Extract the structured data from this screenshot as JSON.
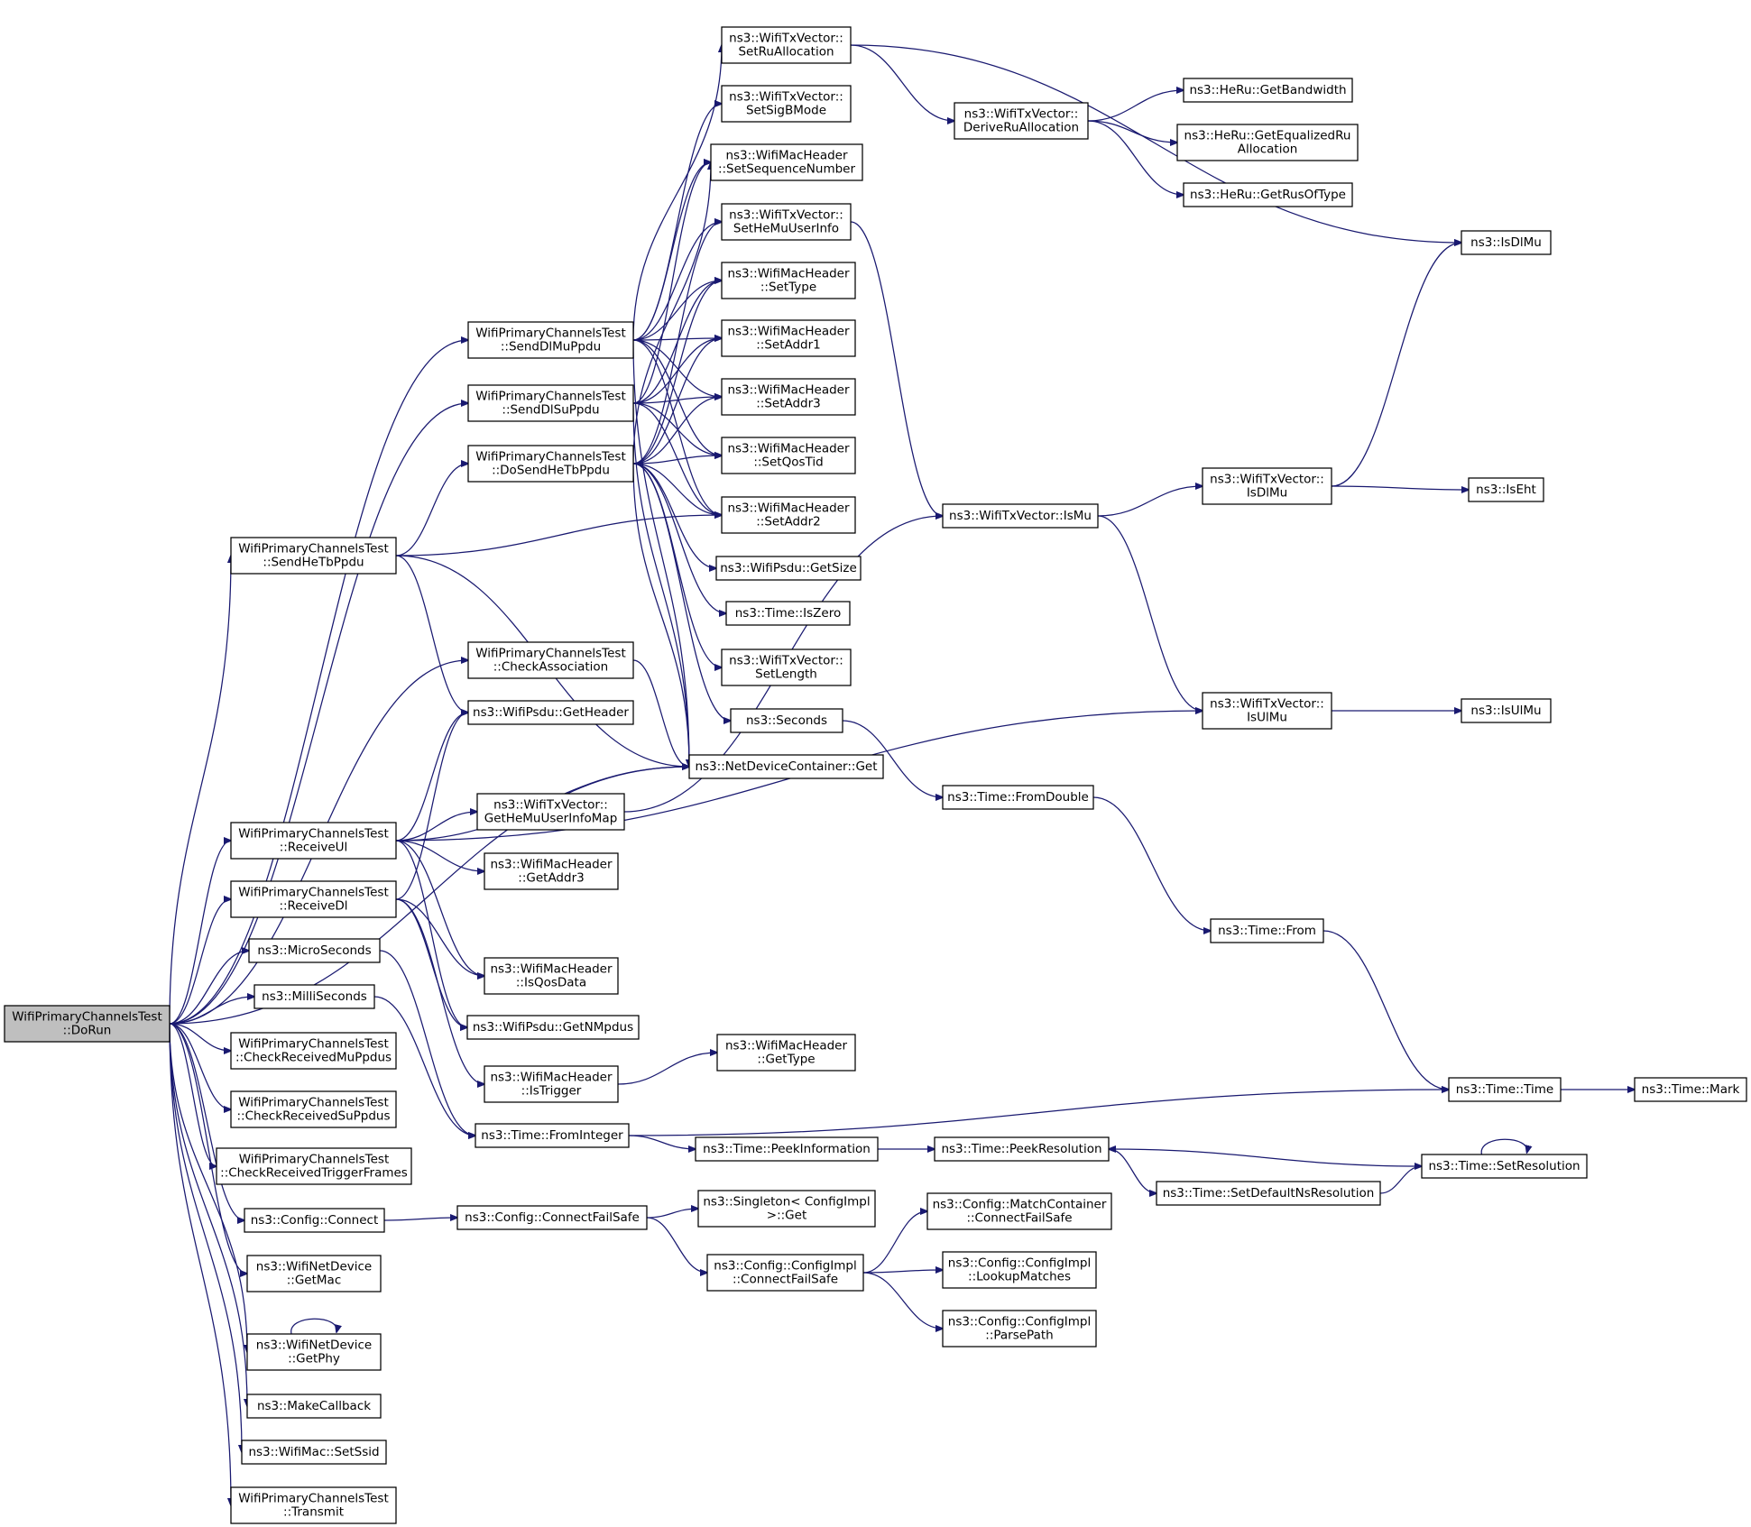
{
  "nodes": [
    {
      "id": "n0",
      "lines": [
        "WifiPrimaryChannelsTest",
        "::DoRun"
      ],
      "root": true
    },
    {
      "id": "n1",
      "lines": [
        "WifiPrimaryChannelsTest",
        "::SendDlMuPpdu"
      ]
    },
    {
      "id": "n2",
      "lines": [
        "WifiPrimaryChannelsTest",
        "::SendDlSuPpdu"
      ]
    },
    {
      "id": "n3",
      "lines": [
        "WifiPrimaryChannelsTest",
        "::DoSendHeTbPpdu"
      ]
    },
    {
      "id": "n4",
      "lines": [
        "WifiPrimaryChannelsTest",
        "::SendHeTbPpdu"
      ]
    },
    {
      "id": "n5",
      "lines": [
        "WifiPrimaryChannelsTest",
        "::CheckAssociation"
      ]
    },
    {
      "id": "n6",
      "lines": [
        "ns3::WifiPsdu::GetHeader"
      ]
    },
    {
      "id": "n7",
      "lines": [
        "WifiPrimaryChannelsTest",
        "::ReceiveUl"
      ]
    },
    {
      "id": "n8",
      "lines": [
        "WifiPrimaryChannelsTest",
        "::ReceiveDl"
      ]
    },
    {
      "id": "n9",
      "lines": [
        "ns3::MicroSeconds"
      ]
    },
    {
      "id": "n10",
      "lines": [
        "ns3::MilliSeconds"
      ]
    },
    {
      "id": "n11",
      "lines": [
        "WifiPrimaryChannelsTest",
        "::CheckReceivedMuPpdus"
      ]
    },
    {
      "id": "n12",
      "lines": [
        "WifiPrimaryChannelsTest",
        "::CheckReceivedSuPpdus"
      ]
    },
    {
      "id": "n13",
      "lines": [
        "WifiPrimaryChannelsTest",
        "::CheckReceivedTriggerFrames"
      ]
    },
    {
      "id": "n14",
      "lines": [
        "ns3::Config::Connect"
      ]
    },
    {
      "id": "n15",
      "lines": [
        "ns3::WifiNetDevice",
        "::GetMac"
      ]
    },
    {
      "id": "n16",
      "lines": [
        "ns3::WifiNetDevice",
        "::GetPhy"
      ]
    },
    {
      "id": "n17",
      "lines": [
        "ns3::MakeCallback"
      ]
    },
    {
      "id": "n18",
      "lines": [
        "ns3::WifiMac::SetSsid"
      ]
    },
    {
      "id": "n19",
      "lines": [
        "WifiPrimaryChannelsTest",
        "::Transmit"
      ]
    },
    {
      "id": "n20",
      "lines": [
        "ns3::WifiTxVector::",
        "SetRuAllocation"
      ]
    },
    {
      "id": "n21",
      "lines": [
        "ns3::WifiTxVector::",
        "SetSigBMode"
      ]
    },
    {
      "id": "n22",
      "lines": [
        "ns3::WifiMacHeader",
        "::SetSequenceNumber"
      ]
    },
    {
      "id": "n23",
      "lines": [
        "ns3::WifiTxVector::",
        "SetHeMuUserInfo"
      ]
    },
    {
      "id": "n24",
      "lines": [
        "ns3::WifiMacHeader",
        "::SetType"
      ]
    },
    {
      "id": "n25",
      "lines": [
        "ns3::WifiMacHeader",
        "::SetAddr1"
      ]
    },
    {
      "id": "n26",
      "lines": [
        "ns3::WifiMacHeader",
        "::SetAddr3"
      ]
    },
    {
      "id": "n27",
      "lines": [
        "ns3::WifiMacHeader",
        "::SetQosTid"
      ]
    },
    {
      "id": "n28",
      "lines": [
        "ns3::WifiMacHeader",
        "::SetAddr2"
      ]
    },
    {
      "id": "n29",
      "lines": [
        "ns3::WifiPsdu::GetSize"
      ]
    },
    {
      "id": "n30",
      "lines": [
        "ns3::Time::IsZero"
      ]
    },
    {
      "id": "n31",
      "lines": [
        "ns3::WifiTxVector::",
        "SetLength"
      ]
    },
    {
      "id": "n32",
      "lines": [
        "ns3::Seconds"
      ]
    },
    {
      "id": "n33",
      "lines": [
        "ns3::NetDeviceContainer::Get"
      ]
    },
    {
      "id": "n34",
      "lines": [
        "ns3::WifiTxVector::",
        "GetHeMuUserInfoMap"
      ]
    },
    {
      "id": "n35",
      "lines": [
        "ns3::WifiMacHeader",
        "::GetAddr3"
      ]
    },
    {
      "id": "n36",
      "lines": [
        "ns3::WifiMacHeader",
        "::IsQosData"
      ]
    },
    {
      "id": "n37",
      "lines": [
        "ns3::WifiPsdu::GetNMpdus"
      ]
    },
    {
      "id": "n38",
      "lines": [
        "ns3::WifiMacHeader",
        "::IsTrigger"
      ]
    },
    {
      "id": "n39",
      "lines": [
        "ns3::WifiMacHeader",
        "::GetType"
      ]
    },
    {
      "id": "n40",
      "lines": [
        "ns3::Time::FromInteger"
      ]
    },
    {
      "id": "n41",
      "lines": [
        "ns3::Time::PeekInformation"
      ]
    },
    {
      "id": "n42",
      "lines": [
        "ns3::Config::ConnectFailSafe"
      ]
    },
    {
      "id": "n43",
      "lines": [
        "ns3::Singleton< ConfigImpl",
        " >::Get"
      ]
    },
    {
      "id": "n44",
      "lines": [
        "ns3::Config::ConfigImpl",
        "::ConnectFailSafe"
      ]
    },
    {
      "id": "n45",
      "lines": [
        "ns3::WifiTxVector::",
        "DeriveRuAllocation"
      ]
    },
    {
      "id": "n46",
      "lines": [
        "ns3::WifiTxVector::IsMu"
      ]
    },
    {
      "id": "n47",
      "lines": [
        "ns3::Time::FromDouble"
      ]
    },
    {
      "id": "n48",
      "lines": [
        "ns3::Time::PeekResolution"
      ]
    },
    {
      "id": "n49",
      "lines": [
        "ns3::Config::MatchContainer",
        "::ConnectFailSafe"
      ]
    },
    {
      "id": "n50",
      "lines": [
        "ns3::Config::ConfigImpl",
        "::LookupMatches"
      ]
    },
    {
      "id": "n51",
      "lines": [
        "ns3::Config::ConfigImpl",
        "::ParsePath"
      ]
    },
    {
      "id": "n52",
      "lines": [
        "ns3::HeRu::GetBandwidth"
      ]
    },
    {
      "id": "n53",
      "lines": [
        "ns3::HeRu::GetEqualizedRu",
        "Allocation"
      ]
    },
    {
      "id": "n54",
      "lines": [
        "ns3::HeRu::GetRusOfType"
      ]
    },
    {
      "id": "n55",
      "lines": [
        "ns3::WifiTxVector::",
        "IsDlMu"
      ]
    },
    {
      "id": "n56",
      "lines": [
        "ns3::WifiTxVector::",
        "IsUlMu"
      ]
    },
    {
      "id": "n57",
      "lines": [
        "ns3::Time::From"
      ]
    },
    {
      "id": "n58",
      "lines": [
        "ns3::Time::SetDefaultNsResolution"
      ]
    },
    {
      "id": "n59",
      "lines": [
        "ns3::IsDlMu"
      ]
    },
    {
      "id": "n60",
      "lines": [
        "ns3::IsEht"
      ]
    },
    {
      "id": "n61",
      "lines": [
        "ns3::IsUlMu"
      ]
    },
    {
      "id": "n62",
      "lines": [
        "ns3::Time::Time"
      ]
    },
    {
      "id": "n63",
      "lines": [
        "ns3::Time::SetResolution"
      ]
    },
    {
      "id": "n64",
      "lines": [
        "ns3::Time::Mark"
      ]
    }
  ],
  "edges": [
    [
      "n0",
      "n1"
    ],
    [
      "n0",
      "n2"
    ],
    [
      "n0",
      "n4"
    ],
    [
      "n0",
      "n5"
    ],
    [
      "n0",
      "n33"
    ],
    [
      "n0",
      "n7"
    ],
    [
      "n0",
      "n8"
    ],
    [
      "n0",
      "n9"
    ],
    [
      "n0",
      "n10"
    ],
    [
      "n0",
      "n11"
    ],
    [
      "n0",
      "n12"
    ],
    [
      "n0",
      "n13"
    ],
    [
      "n0",
      "n14"
    ],
    [
      "n0",
      "n15"
    ],
    [
      "n0",
      "n16"
    ],
    [
      "n0",
      "n17"
    ],
    [
      "n0",
      "n18"
    ],
    [
      "n0",
      "n19"
    ],
    [
      "n1",
      "n20"
    ],
    [
      "n1",
      "n21"
    ],
    [
      "n1",
      "n22"
    ],
    [
      "n1",
      "n23"
    ],
    [
      "n1",
      "n24"
    ],
    [
      "n1",
      "n25"
    ],
    [
      "n1",
      "n26"
    ],
    [
      "n1",
      "n27"
    ],
    [
      "n1",
      "n28"
    ],
    [
      "n1",
      "n33"
    ],
    [
      "n2",
      "n22"
    ],
    [
      "n2",
      "n24"
    ],
    [
      "n2",
      "n25"
    ],
    [
      "n2",
      "n26"
    ],
    [
      "n2",
      "n27"
    ],
    [
      "n2",
      "n28"
    ],
    [
      "n2",
      "n33"
    ],
    [
      "n3",
      "n22"
    ],
    [
      "n3",
      "n23"
    ],
    [
      "n3",
      "n24"
    ],
    [
      "n3",
      "n25"
    ],
    [
      "n3",
      "n26"
    ],
    [
      "n3",
      "n27"
    ],
    [
      "n3",
      "n28"
    ],
    [
      "n3",
      "n29"
    ],
    [
      "n3",
      "n30"
    ],
    [
      "n3",
      "n31"
    ],
    [
      "n3",
      "n32"
    ],
    [
      "n3",
      "n33"
    ],
    [
      "n4",
      "n3"
    ],
    [
      "n4",
      "n28"
    ],
    [
      "n4",
      "n33"
    ],
    [
      "n4",
      "n6"
    ],
    [
      "n5",
      "n33"
    ],
    [
      "n7",
      "n6"
    ],
    [
      "n7",
      "n33"
    ],
    [
      "n7",
      "n34"
    ],
    [
      "n7",
      "n35"
    ],
    [
      "n7",
      "n36"
    ],
    [
      "n7",
      "n37"
    ],
    [
      "n7",
      "n56"
    ],
    [
      "n8",
      "n6"
    ],
    [
      "n8",
      "n36"
    ],
    [
      "n8",
      "n37"
    ],
    [
      "n8",
      "n38"
    ],
    [
      "n9",
      "n40"
    ],
    [
      "n10",
      "n40"
    ],
    [
      "n14",
      "n42"
    ],
    [
      "n16",
      "n16"
    ],
    [
      "n20",
      "n45"
    ],
    [
      "n20",
      "n59"
    ],
    [
      "n23",
      "n46"
    ],
    [
      "n34",
      "n46"
    ],
    [
      "n32",
      "n47"
    ],
    [
      "n38",
      "n39"
    ],
    [
      "n40",
      "n41"
    ],
    [
      "n40",
      "n62"
    ],
    [
      "n41",
      "n48"
    ],
    [
      "n42",
      "n43"
    ],
    [
      "n42",
      "n44"
    ],
    [
      "n44",
      "n49"
    ],
    [
      "n44",
      "n50"
    ],
    [
      "n44",
      "n51"
    ],
    [
      "n45",
      "n52"
    ],
    [
      "n45",
      "n53"
    ],
    [
      "n45",
      "n54"
    ],
    [
      "n46",
      "n55"
    ],
    [
      "n46",
      "n56"
    ],
    [
      "n47",
      "n57"
    ],
    [
      "n48",
      "n58"
    ],
    [
      "n55",
      "n59"
    ],
    [
      "n55",
      "n60"
    ],
    [
      "n56",
      "n61"
    ],
    [
      "n57",
      "n62"
    ],
    [
      "n58",
      "n63"
    ],
    [
      "n62",
      "n64"
    ],
    [
      "n63",
      "n48"
    ],
    [
      "n63",
      "n63"
    ]
  ]
}
